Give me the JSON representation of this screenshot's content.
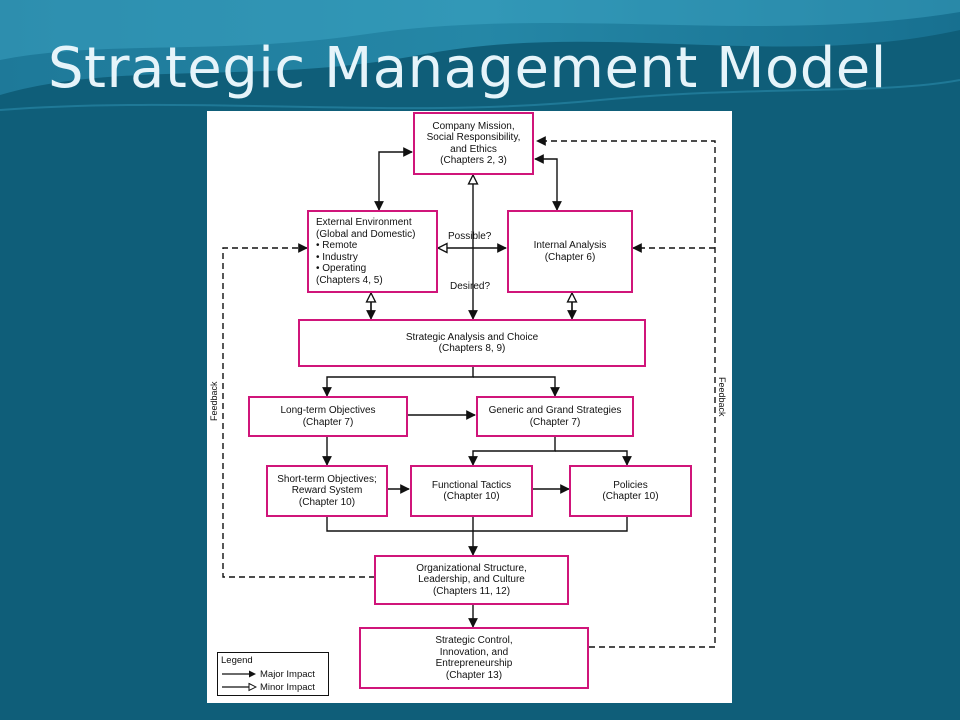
{
  "slide": {
    "title": "Strategic Management Model"
  },
  "diagram": {
    "boxes": {
      "mission": "Company Mission,\nSocial Responsibility,\nand Ethics\n(Chapters 2, 3)",
      "external": "External Environment\n(Global and Domestic)\n• Remote\n• Industry\n• Operating\n   (Chapters 4, 5)",
      "internal": "Internal Analysis\n(Chapter 6)",
      "analysis": "Strategic Analysis and Choice\n(Chapters 8, 9)",
      "longterm": "Long-term Objectives\n(Chapter 7)",
      "generic": "Generic and Grand Strategies\n(Chapter 7)",
      "shortterm": "Short-term Objectives;\nReward System\n(Chapter 10)",
      "functional": "Functional Tactics\n(Chapter 10)",
      "policies": "Policies\n(Chapter 10)",
      "org": "Organizational Structure,\nLeadership, and Culture\n(Chapters 11, 12)",
      "control": "Strategic Control,\nInnovation, and\nEntrepreneurship\n(Chapter 13)"
    },
    "labels": {
      "possible": "Possible?",
      "desired": "Desired?",
      "feedback_left": "Feedback",
      "feedback_right": "Feedback"
    },
    "legend": {
      "title": "Legend",
      "major": "Major Impact",
      "minor": "Minor Impact"
    }
  },
  "colors": {
    "background": "#0f5e79",
    "box_border": "#d0157a",
    "title": "#e6f4fa"
  }
}
